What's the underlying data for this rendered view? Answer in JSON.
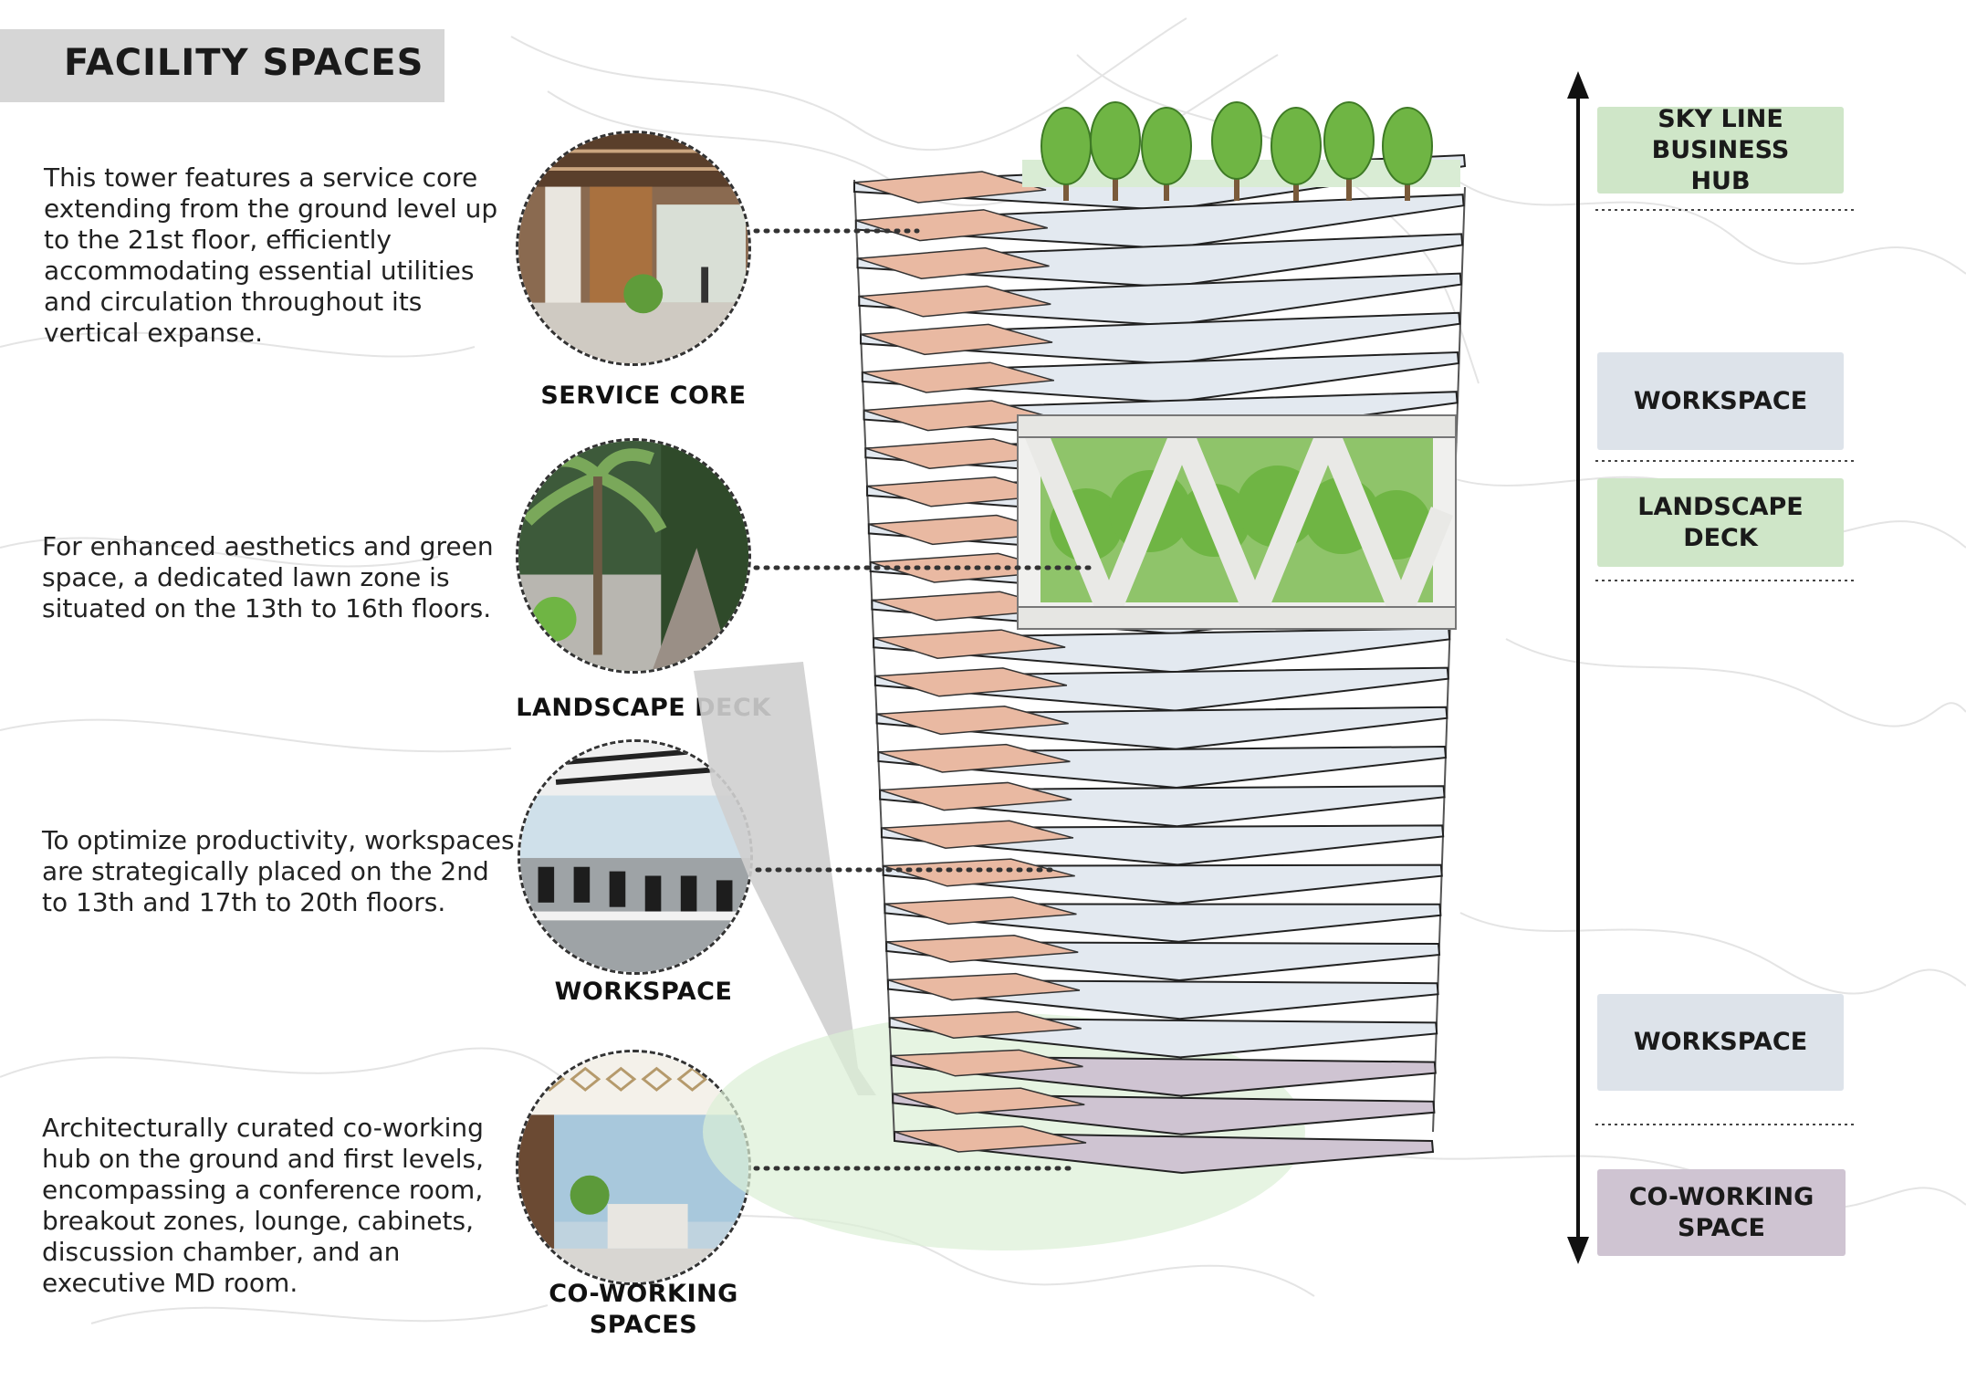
{
  "title": "FACILITY SPACES",
  "descriptions": {
    "service_core": "This tower features a service core extending from the ground level up to the 21st floor, efficiently accommodating essential utilities and circulation throughout its vertical expanse.",
    "landscape": "For enhanced aesthetics and green space, a dedicated lawn zone is situated on the 13th to 16th floors.",
    "workspace": "To optimize productivity, workspaces are strategically placed on the 2nd to 13th and 17th to 20th floors.",
    "coworking": "Architecturally curated co-working hub on the ground and first levels, encompassing a conference room, breakout zones, lounge, cabinets, discussion chamber, and an executive MD room."
  },
  "circle_labels": {
    "service_core": "SERVICE CORE",
    "landscape": "LANDSCAPE DECK",
    "workspace": "WORKSPACE",
    "coworking_line1": "CO-WORKING",
    "coworking_line2": "SPACES"
  },
  "zones": {
    "skyline_line1": "SKY LINE BUSINESS",
    "skyline_line2": "HUB",
    "workspace_upper": "WORKSPACE",
    "landscape_line1": "LANDSCAPE",
    "landscape_line2": "DECK",
    "workspace_lower": "WORKSPACE",
    "coworking_line1": "CO-WORKING",
    "coworking_line2": "SPACE"
  },
  "colors": {
    "core": "#e9b9a2",
    "slab": "#e3e9f0",
    "green_zone": "#cfe6c8",
    "blue_zone": "#dde3ea",
    "purple_zone": "#cfc4d2",
    "tree": "#6fb544"
  }
}
